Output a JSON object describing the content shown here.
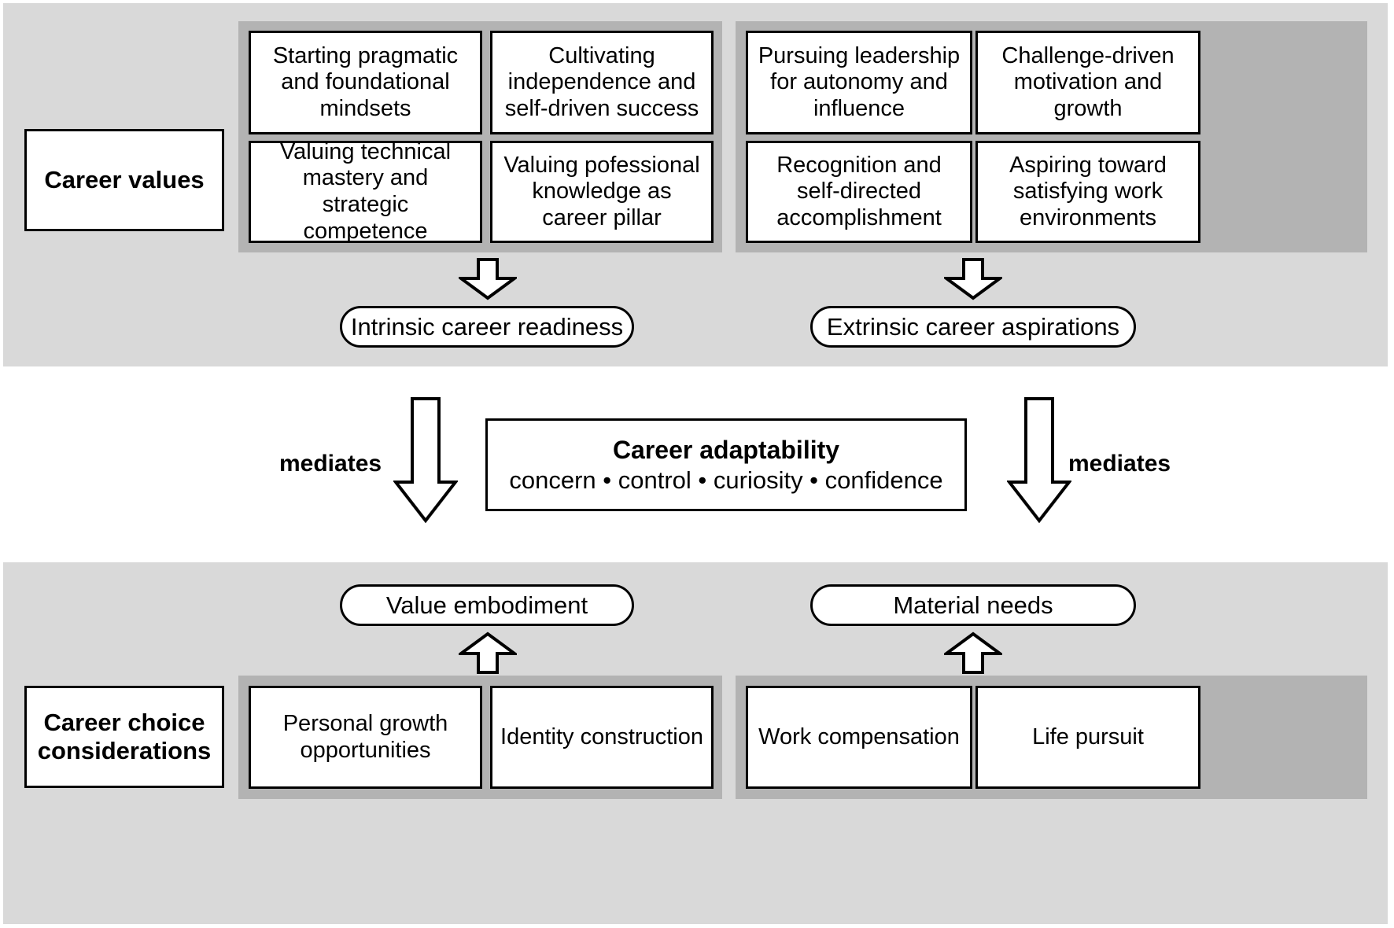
{
  "figure": {
    "title": "Career values and career choice considerations mediated by career adaptability",
    "colors": {
      "band_background": "#d9d9d9",
      "group_background": "#b3b3b3",
      "box_background": "#ffffff",
      "stroke": "#000000",
      "page_background": "#ffffff"
    }
  },
  "top_band": {
    "anchor": {
      "label": "Career values"
    },
    "left_group": {
      "items": [
        {
          "label": "Starting pragmatic and foundational mindsets"
        },
        {
          "label": "Cultivating independence and self-driven success"
        },
        {
          "label": "Valuing technical mastery and strategic competence"
        },
        {
          "label": "Valuing pofessional knowledge as career pillar"
        }
      ],
      "outcome": {
        "label": "Intrinsic career readiness"
      },
      "arrow": {
        "name": "down-arrow-icon",
        "direction": "down"
      }
    },
    "right_group": {
      "items": [
        {
          "label": "Pursuing leadership for autonomy and influence"
        },
        {
          "label": "Challenge-driven motivation and growth"
        },
        {
          "label": "Recognition and self-directed accomplishment"
        },
        {
          "label": "Aspiring toward satisfying work environments"
        }
      ],
      "outcome": {
        "label": "Extrinsic career aspirations"
      },
      "arrow": {
        "name": "down-arrow-icon",
        "direction": "down"
      }
    }
  },
  "middle_band": {
    "left_mediator_label": "mediates",
    "right_mediator_label": "mediates",
    "construct": {
      "title": "Career adaptability",
      "subtitle": "concern • control • curiosity • confidence"
    },
    "left_arrow": {
      "name": "down-arrow-icon",
      "direction": "down"
    },
    "right_arrow": {
      "name": "down-arrow-icon",
      "direction": "down"
    }
  },
  "bottom_band": {
    "anchor": {
      "label": "Career choice considerations"
    },
    "left_group": {
      "outcome": {
        "label": "Value embodiment"
      },
      "arrow": {
        "name": "up-arrow-icon",
        "direction": "up"
      },
      "items": [
        {
          "label": "Personal growth opportunities"
        },
        {
          "label": "Identity construction"
        }
      ]
    },
    "right_group": {
      "outcome": {
        "label": "Material needs"
      },
      "arrow": {
        "name": "up-arrow-icon",
        "direction": "up"
      },
      "items": [
        {
          "label": "Work compensation"
        },
        {
          "label": "Life pursuit"
        }
      ]
    }
  }
}
